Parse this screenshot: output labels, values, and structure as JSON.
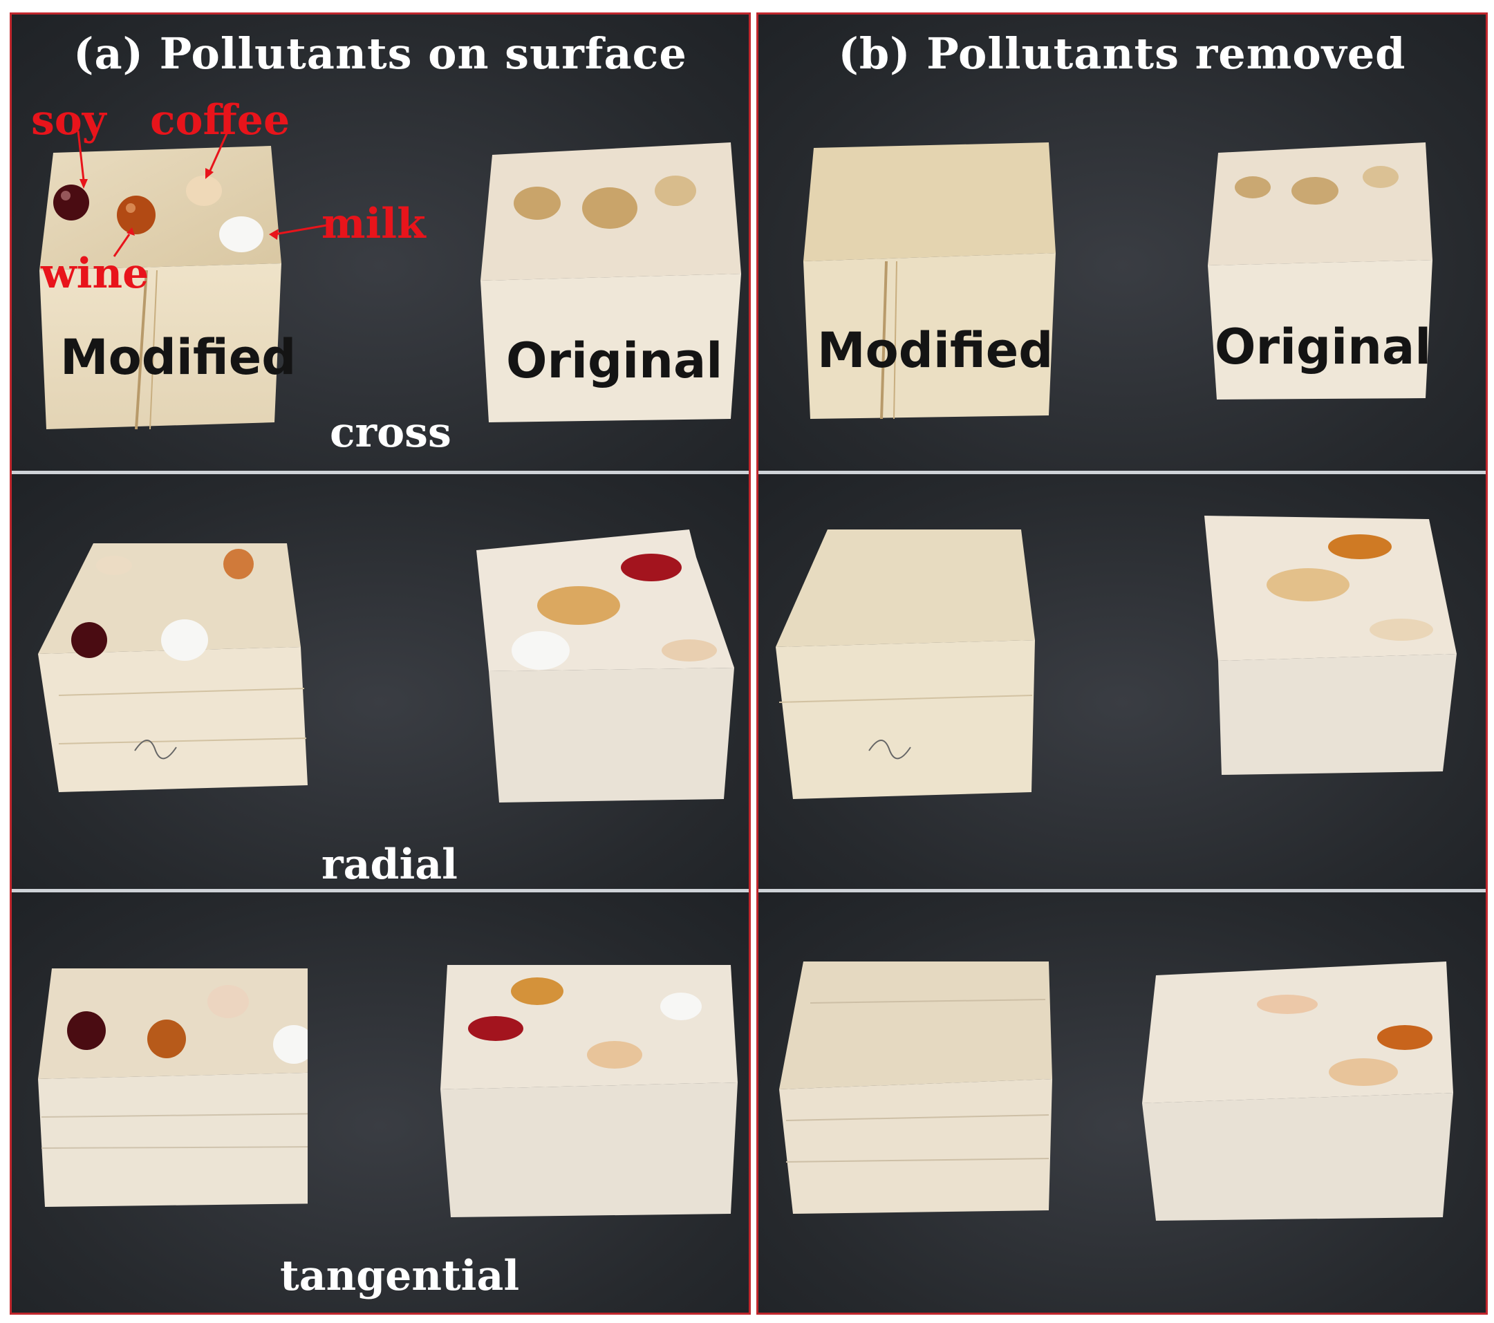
{
  "panel_a": {
    "title": "(a) Pollutants on surface",
    "cube_labels": {
      "modified": "Modified",
      "original": "Original"
    },
    "pollutant_labels": {
      "soy": "soy",
      "coffee": "coffee",
      "milk": "milk",
      "wine": "wine"
    },
    "planes": {
      "cross": "cross",
      "radial": "radial",
      "tangential": "tangential"
    }
  },
  "panel_b": {
    "title": "(b) Pollutants removed",
    "cube_labels": {
      "modified": "Modified",
      "original": "Original"
    }
  },
  "colors": {
    "frame": "#c0272d",
    "label_red": "#e8141b",
    "background": "#2b2e33",
    "wood": "#e8dcc4",
    "soy": "#4a0c12",
    "wine": "#b24a14",
    "milk": "#f7f7f5",
    "coffee": "#efd9b8"
  }
}
